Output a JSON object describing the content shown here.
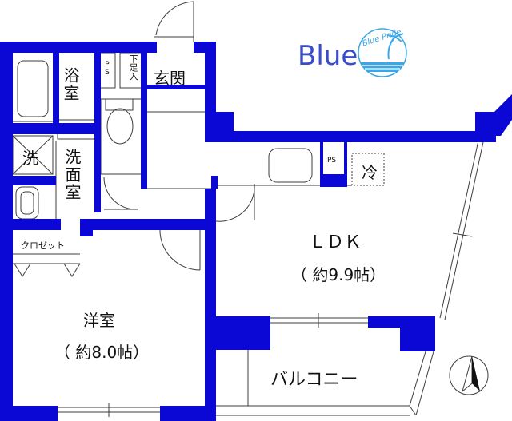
{
  "brand": {
    "name": "Blue",
    "logo_script": "Blue Pride",
    "color": "#3a4cc9",
    "logo_color": "#3aa7e8"
  },
  "colors": {
    "wall": "#0b08d6",
    "line": "#3d3d3d"
  },
  "rooms": {
    "bath": "浴室",
    "entrance": "玄関",
    "shoe_storage": "下足入",
    "ps_top": "PS",
    "washer": "洗",
    "washroom": "洗面室",
    "ldk_name": "ＬＤＫ",
    "ldk_size": "（ 約9.9帖）",
    "fridge": "冷",
    "ps_kitchen": "PS",
    "closet": "クロゼット",
    "western_name": "洋室",
    "western_size": "（ 約8.0帖）",
    "balcony": "バルコニー"
  },
  "compass": {
    "icon": "north-arrow-icon"
  }
}
